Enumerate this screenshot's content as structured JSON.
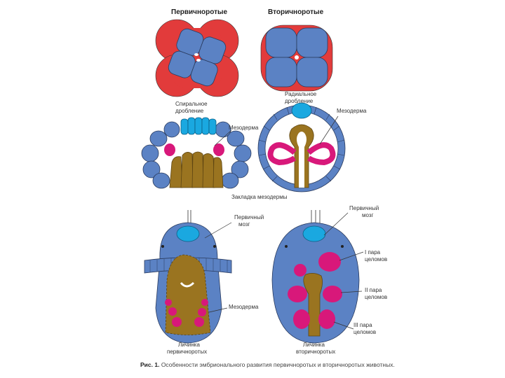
{
  "headers": {
    "protostomes": "Первичноротые",
    "deuterostomes": "Вторичноротые"
  },
  "labels": {
    "spiral_cleavage_1": "Спиральное",
    "spiral_cleavage_2": "дробление",
    "radial_cleavage_1": "Радиальное",
    "radial_cleavage_2": "дробление",
    "mesoderm_left": "Мезодерма",
    "mesoderm_right": "Мезодерма",
    "mesoderm_anlage": "Закладка мезодермы",
    "primary_brain_left_1": "Первичный",
    "primary_brain_left_2": "мозг",
    "primary_brain_right_1": "Первичный",
    "primary_brain_right_2": "мозг",
    "coelom_1_a": "I пара",
    "coelom_1_b": "целомов",
    "coelom_2_a": "II пара",
    "coelom_2_b": "целомов",
    "coelom_3_a": "III пара",
    "coelom_3_b": "целомов",
    "mesoderm_larva": "Мезодерма",
    "larva_proto_1": "Личинка",
    "larva_proto_2": "первичноротых",
    "larva_deutero_1": "Личинка",
    "larva_deutero_2": "вторичноротых"
  },
  "caption": {
    "prefix": "Рис. 1.",
    "text": "Особенности эмбрионального развития первичноротых и вторичноротых животных."
  },
  "colors": {
    "blue": "#5b82c4",
    "red": "#e23b3b",
    "cyan": "#1aa8e0",
    "brown": "#9a7420",
    "magenta": "#d8187a"
  }
}
